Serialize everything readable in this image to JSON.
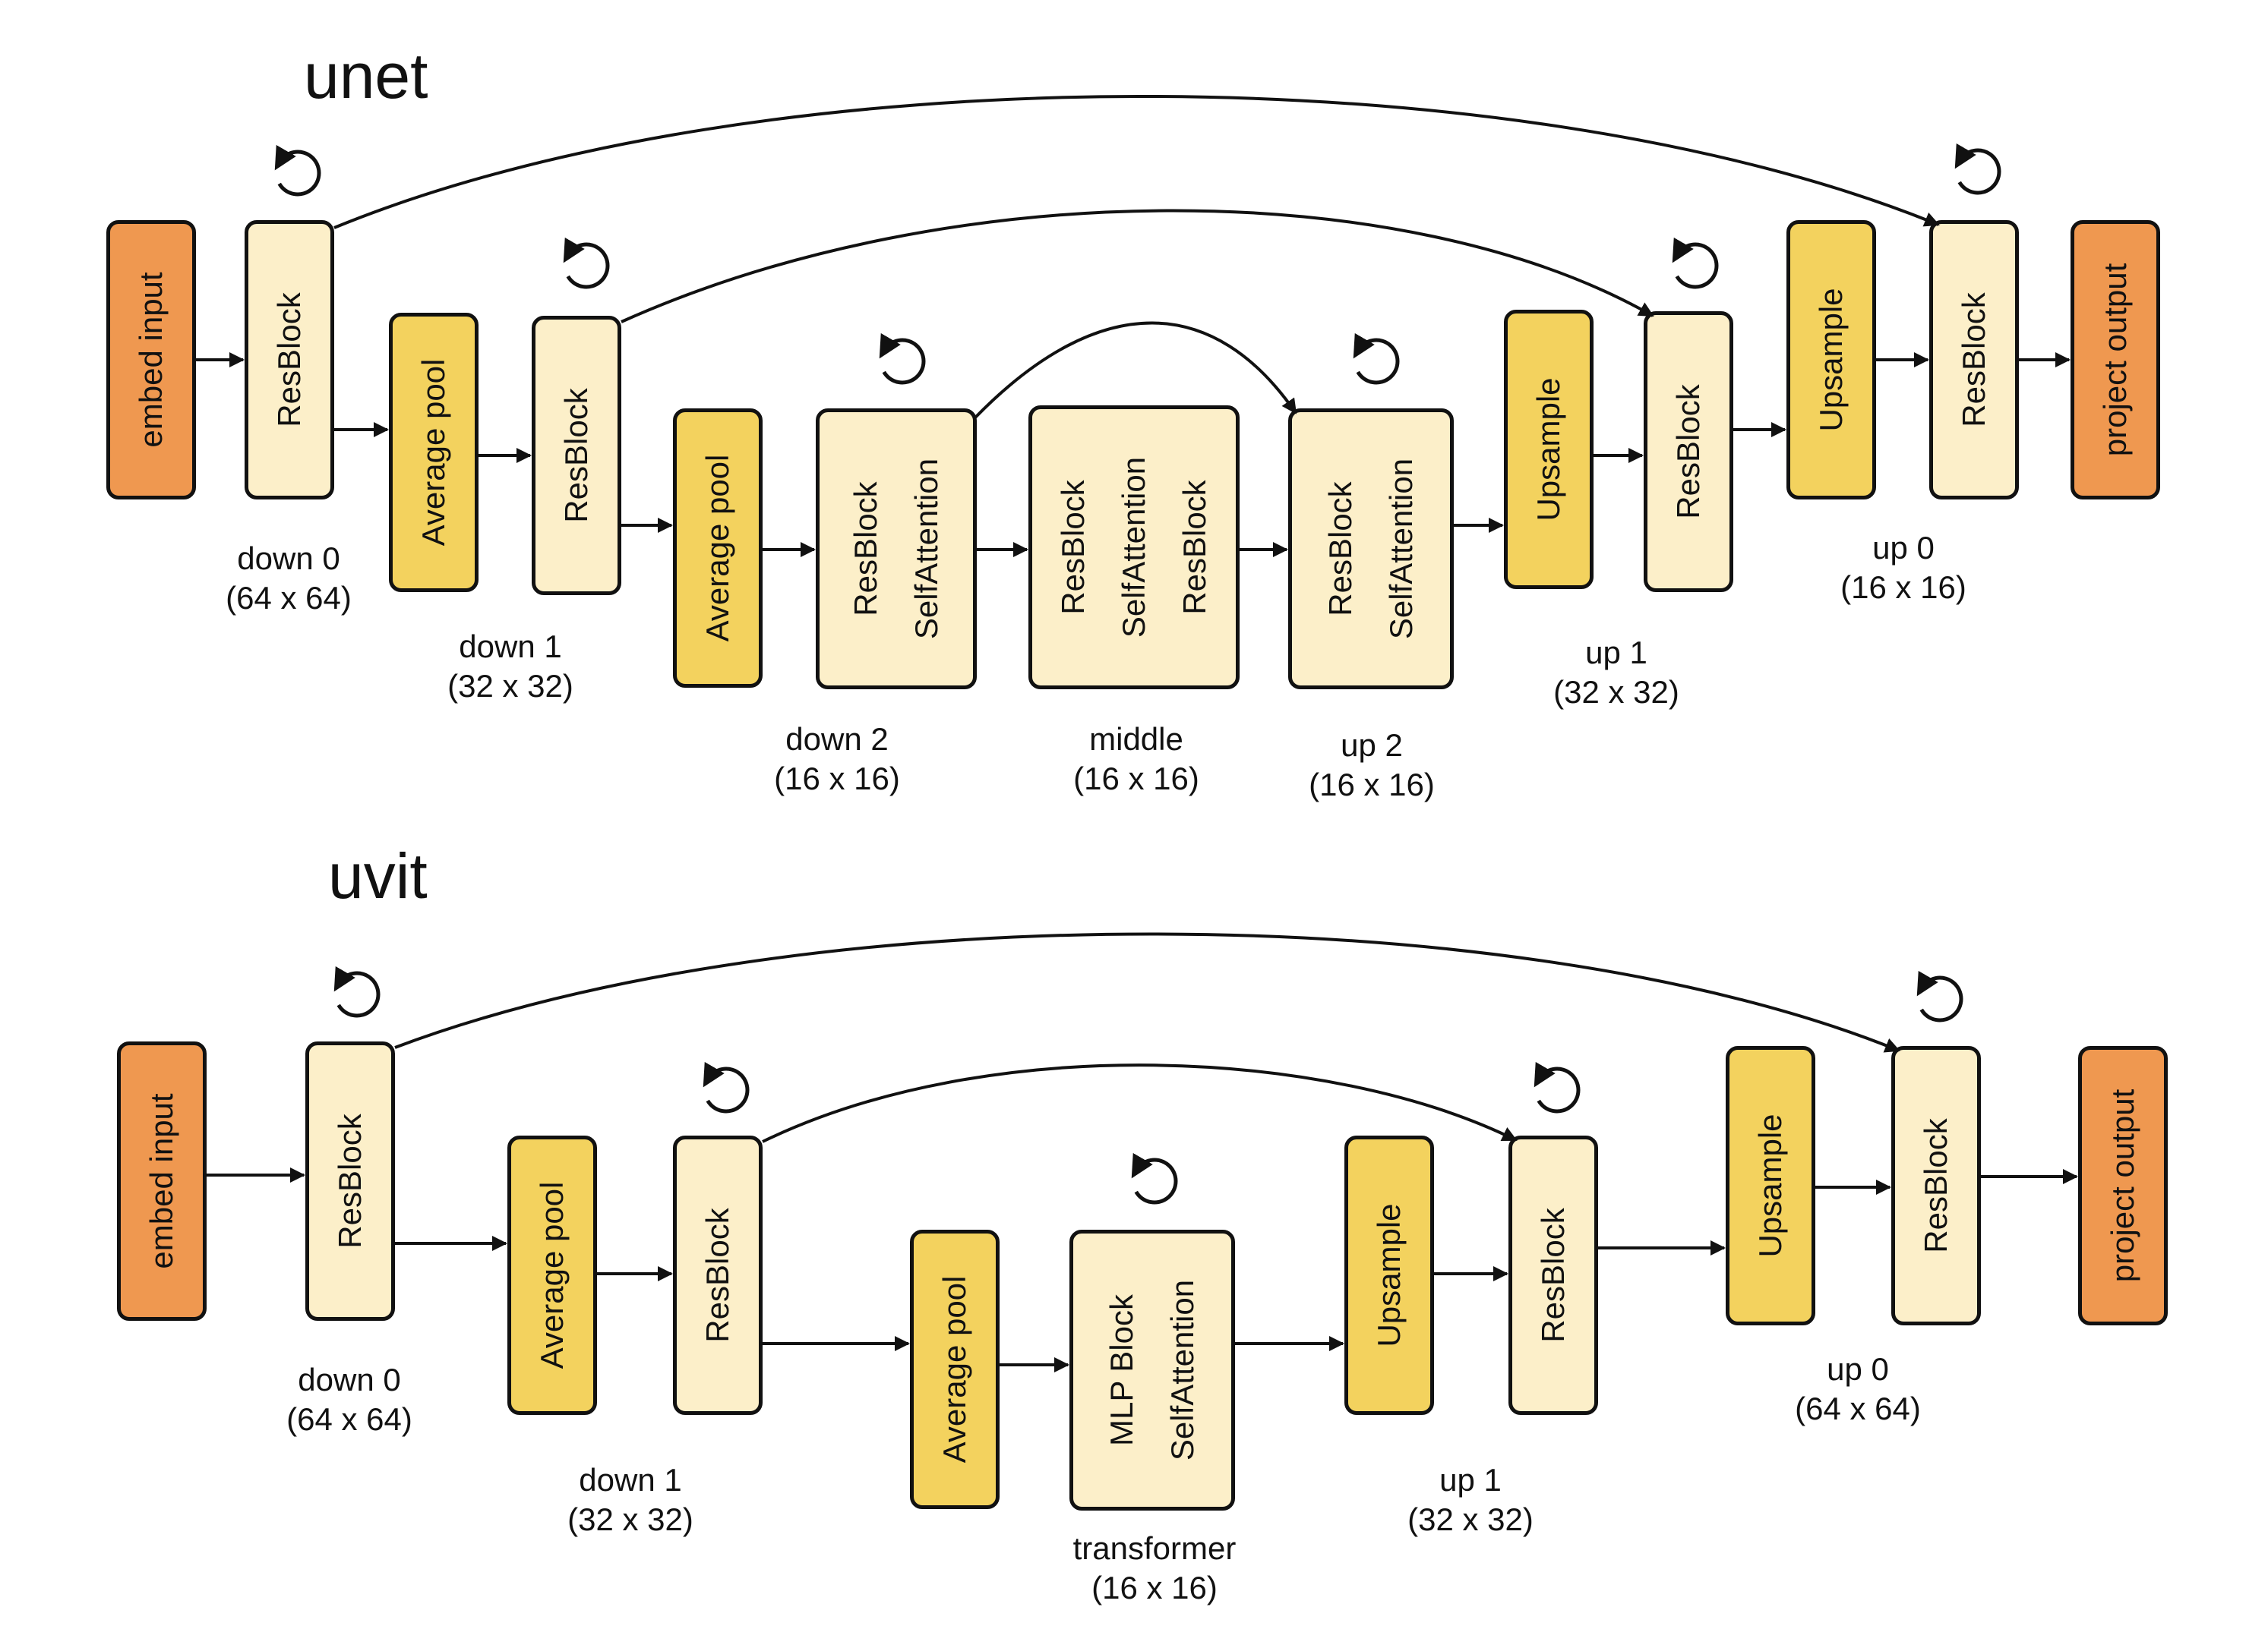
{
  "diagrams": [
    {
      "title": "unet",
      "blocks": [
        {
          "id": "u_embed",
          "color": "orange",
          "labels": [
            "embed input"
          ]
        },
        {
          "id": "u_rb0",
          "color": "cream",
          "labels": [
            "ResBlock"
          ]
        },
        {
          "id": "u_ap1",
          "color": "yellow",
          "labels": [
            "Average pool"
          ]
        },
        {
          "id": "u_rb1",
          "color": "cream",
          "labels": [
            "ResBlock"
          ]
        },
        {
          "id": "u_ap2",
          "color": "yellow",
          "labels": [
            "Average pool"
          ]
        },
        {
          "id": "u_d2",
          "color": "cream",
          "labels": [
            "ResBlock",
            "SelfAttention"
          ]
        },
        {
          "id": "u_mid",
          "color": "cream",
          "labels": [
            "ResBlock",
            "SelfAttention",
            "ResBlock"
          ]
        },
        {
          "id": "u_u2",
          "color": "cream",
          "labels": [
            "ResBlock",
            "SelfAttention"
          ]
        },
        {
          "id": "u_us1",
          "color": "yellow",
          "labels": [
            "Upsample"
          ]
        },
        {
          "id": "u_rbu1",
          "color": "cream",
          "labels": [
            "ResBlock"
          ]
        },
        {
          "id": "u_us0",
          "color": "yellow",
          "labels": [
            "Upsample"
          ]
        },
        {
          "id": "u_rbu0",
          "color": "cream",
          "labels": [
            "ResBlock"
          ]
        },
        {
          "id": "u_proj",
          "color": "orange",
          "labels": [
            "project output"
          ]
        }
      ],
      "stages": [
        {
          "name": "down 0",
          "size": "(64 x 64)"
        },
        {
          "name": "down 1",
          "size": "(32 x 32)"
        },
        {
          "name": "down 2",
          "size": "(16 x 16)"
        },
        {
          "name": "middle",
          "size": "(16 x 16)"
        },
        {
          "name": "up 2",
          "size": "(16 x 16)"
        },
        {
          "name": "up 1",
          "size": "(32 x 32)"
        },
        {
          "name": "up 0",
          "size": "(16 x 16)"
        }
      ]
    },
    {
      "title": "uvit",
      "blocks": [
        {
          "id": "v_embed",
          "color": "orange",
          "labels": [
            "embed input"
          ]
        },
        {
          "id": "v_rb0",
          "color": "cream",
          "labels": [
            "ResBlock"
          ]
        },
        {
          "id": "v_ap1",
          "color": "yellow",
          "labels": [
            "Average pool"
          ]
        },
        {
          "id": "v_rb1",
          "color": "cream",
          "labels": [
            "ResBlock"
          ]
        },
        {
          "id": "v_ap2",
          "color": "yellow",
          "labels": [
            "Average pool"
          ]
        },
        {
          "id": "v_tr",
          "color": "cream",
          "labels": [
            "MLP Block",
            "SelfAttention"
          ]
        },
        {
          "id": "v_us1",
          "color": "yellow",
          "labels": [
            "Upsample"
          ]
        },
        {
          "id": "v_rbu1",
          "color": "cream",
          "labels": [
            "ResBlock"
          ]
        },
        {
          "id": "v_us0",
          "color": "yellow",
          "labels": [
            "Upsample"
          ]
        },
        {
          "id": "v_rbu0",
          "color": "cream",
          "labels": [
            "ResBlock"
          ]
        },
        {
          "id": "v_proj",
          "color": "orange",
          "labels": [
            "project output"
          ]
        }
      ],
      "stages": [
        {
          "name": "down 0",
          "size": "(64 x 64)"
        },
        {
          "name": "down 1",
          "size": "(32 x 32)"
        },
        {
          "name": "transformer",
          "size": "(16 x 16)"
        },
        {
          "name": "up 1",
          "size": "(32 x 32)"
        },
        {
          "name": "up 0",
          "size": "(64 x 64)"
        }
      ]
    }
  ],
  "colors": {
    "orange": "#ef9850",
    "yellow": "#f3d25e",
    "cream": "#fcefc9",
    "stroke": "#111111"
  },
  "icons": {
    "repeat": "counterclockwise-loop-arrow-icon"
  }
}
